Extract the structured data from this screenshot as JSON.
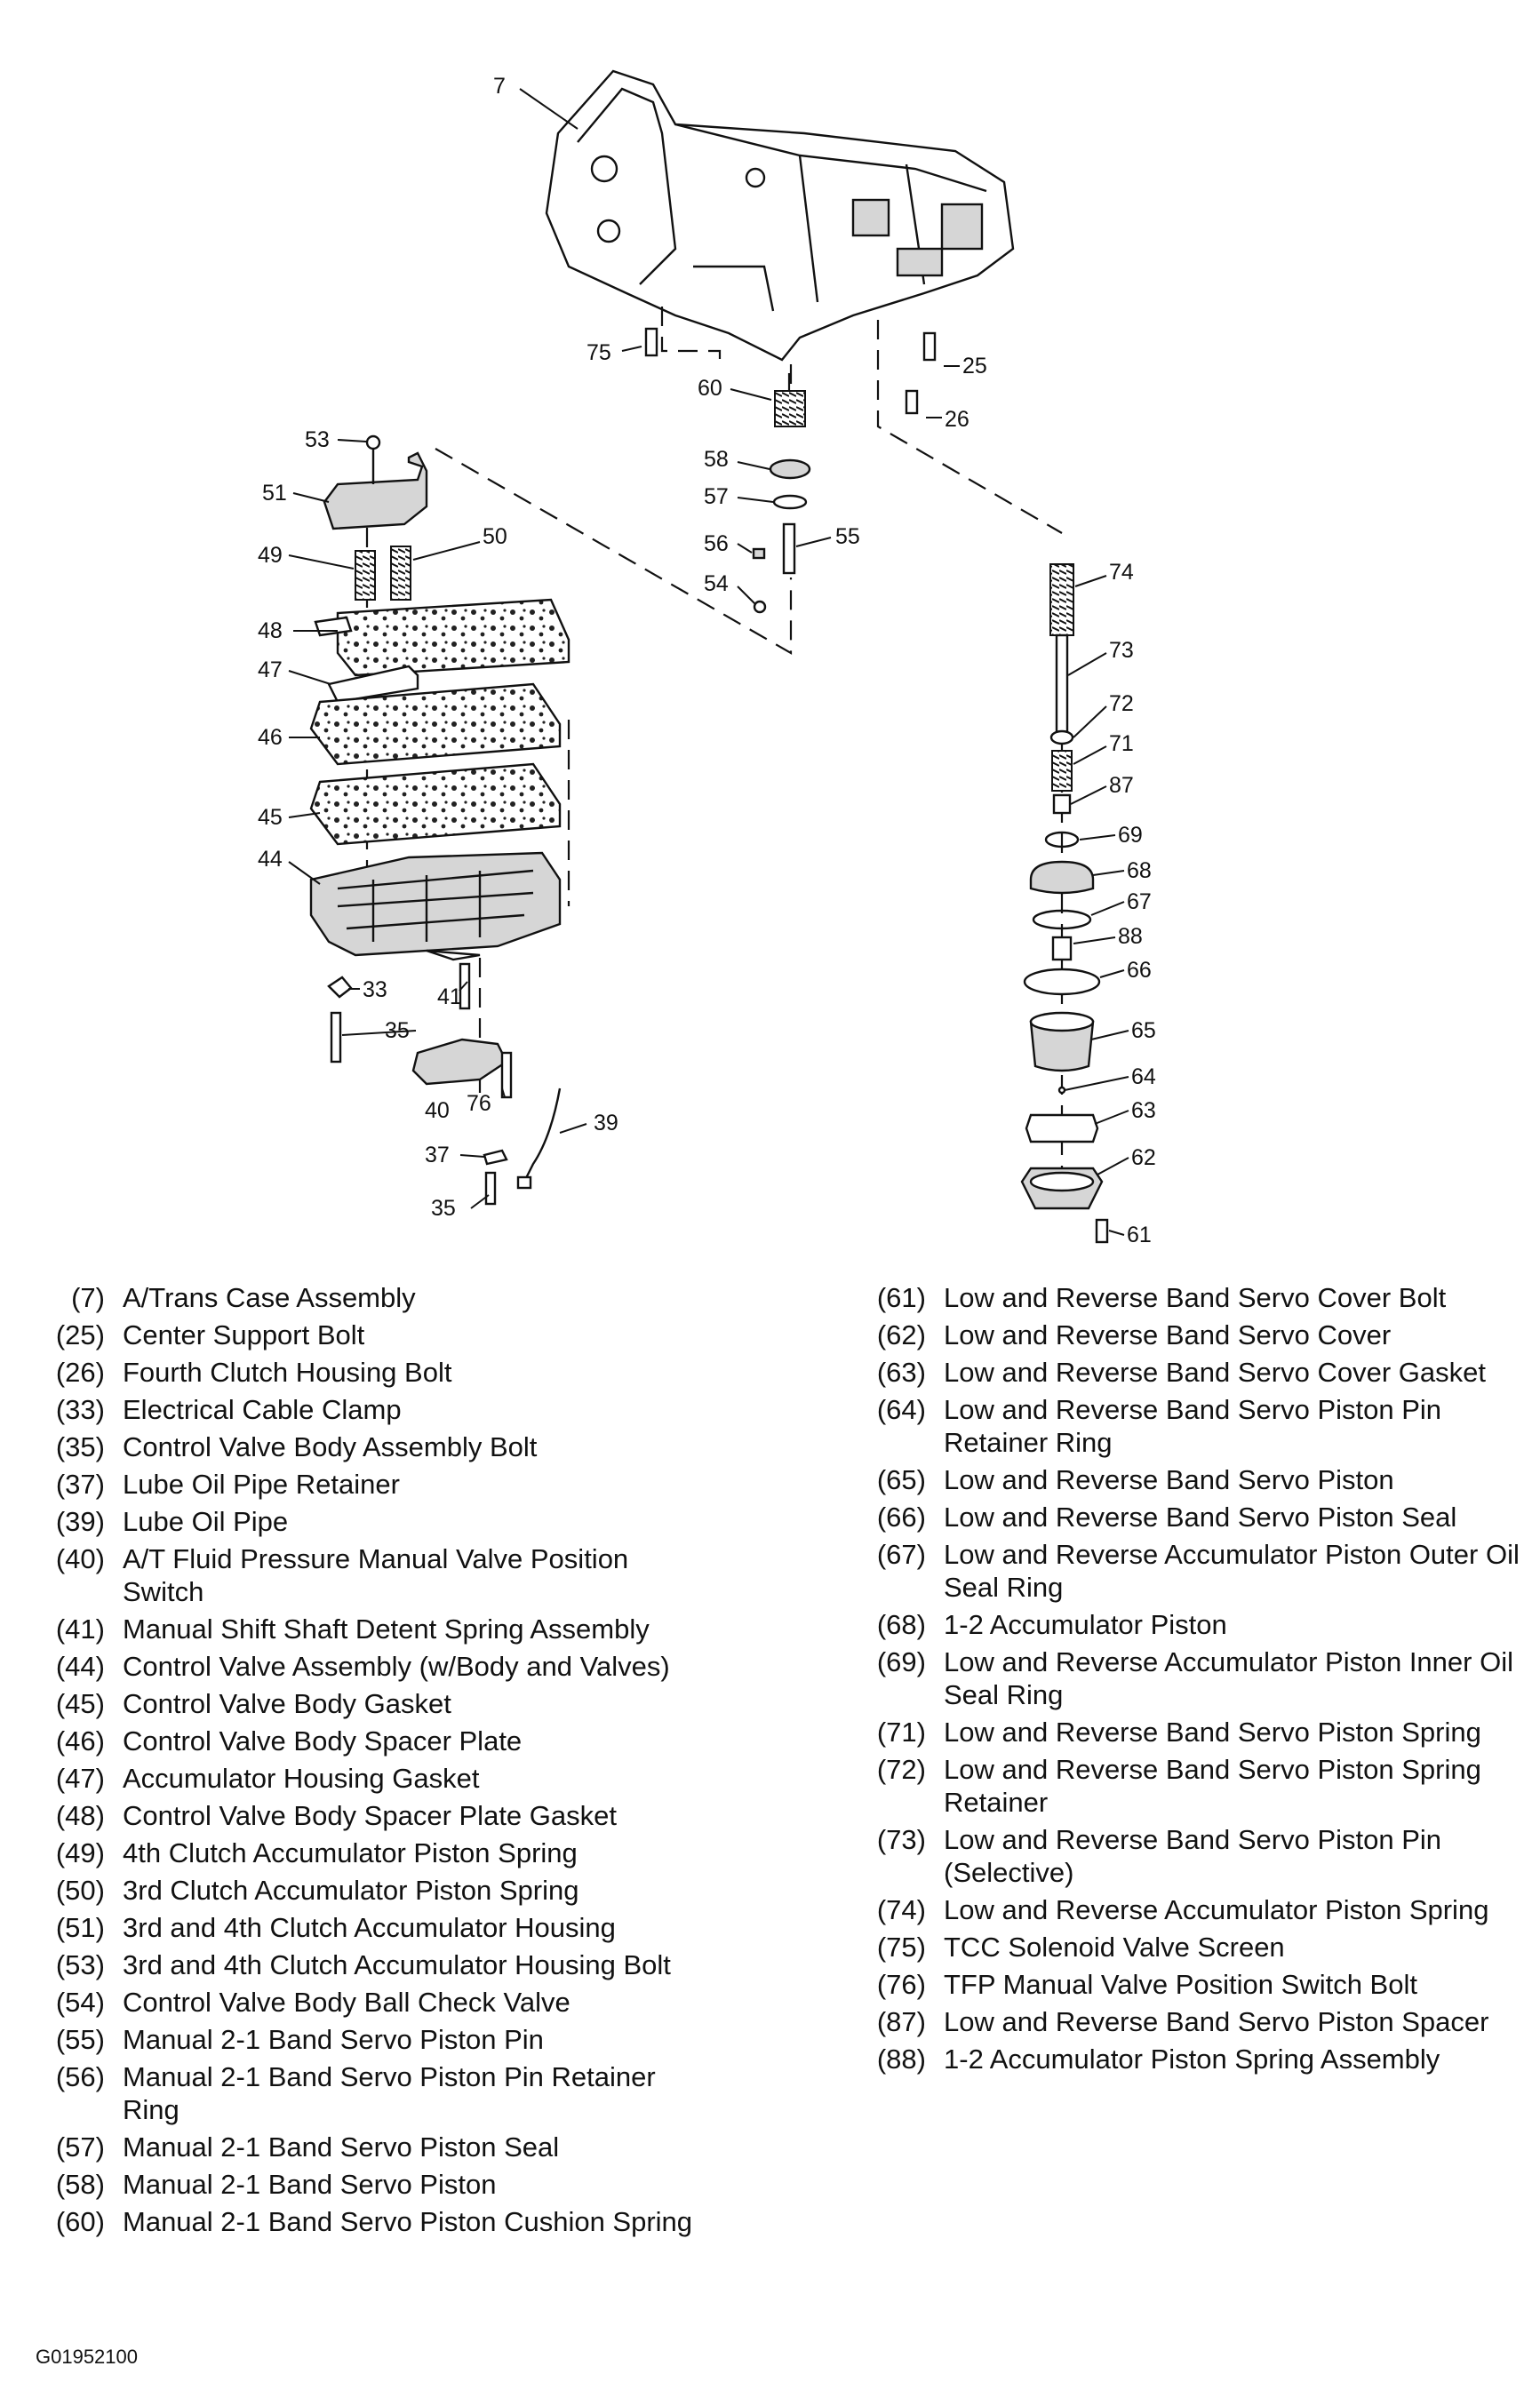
{
  "callouts": {
    "c7": "7",
    "c75": "75",
    "c60": "60",
    "c25": "25",
    "c26": "26",
    "c53": "53",
    "c51": "51",
    "c49": "49",
    "c50": "50",
    "c48": "48",
    "c47": "47",
    "c46": "46",
    "c45": "45",
    "c44": "44",
    "c33": "33",
    "c41": "41",
    "c35a": "35",
    "c40": "40",
    "c76": "76",
    "c39": "39",
    "c37": "37",
    "c35b": "35",
    "c58": "58",
    "c57": "57",
    "c56": "56",
    "c55": "55",
    "c54": "54",
    "c74": "74",
    "c73": "73",
    "c72": "72",
    "c71": "71",
    "c87": "87",
    "c69": "69",
    "c68": "68",
    "c67": "67",
    "c88": "88",
    "c66": "66",
    "c65": "65",
    "c64": "64",
    "c63": "63",
    "c62": "62",
    "c61": "61"
  },
  "legend_left": [
    {
      "num": "(7)",
      "text": "A/Trans Case Assembly"
    },
    {
      "num": "(25)",
      "text": "Center Support Bolt"
    },
    {
      "num": "(26)",
      "text": "Fourth Clutch Housing Bolt"
    },
    {
      "num": "(33)",
      "text": "Electrical Cable Clamp"
    },
    {
      "num": "(35)",
      "text": "Control Valve Body Assembly Bolt"
    },
    {
      "num": "(37)",
      "text": "Lube Oil Pipe Retainer"
    },
    {
      "num": "(39)",
      "text": "Lube Oil Pipe"
    },
    {
      "num": "(40)",
      "text": "A/T Fluid Pressure Manual Valve Position Switch"
    },
    {
      "num": "(41)",
      "text": "Manual Shift Shaft Detent Spring Assembly"
    },
    {
      "num": "(44)",
      "text": "Control Valve Assembly (w/Body and Valves)"
    },
    {
      "num": "(45)",
      "text": "Control Valve Body Gasket"
    },
    {
      "num": "(46)",
      "text": "Control Valve Body Spacer Plate"
    },
    {
      "num": "(47)",
      "text": "Accumulator Housing Gasket"
    },
    {
      "num": "(48)",
      "text": "Control Valve Body Spacer Plate Gasket"
    },
    {
      "num": "(49)",
      "text": "4th Clutch Accumulator Piston Spring"
    },
    {
      "num": "(50)",
      "text": "3rd Clutch Accumulator Piston Spring"
    },
    {
      "num": "(51)",
      "text": "3rd and 4th Clutch Accumulator Housing"
    },
    {
      "num": "(53)",
      "text": "3rd and 4th Clutch Accumulator Housing Bolt"
    },
    {
      "num": "(54)",
      "text": "Control Valve Body Ball Check Valve"
    },
    {
      "num": "(55)",
      "text": "Manual 2-1 Band Servo Piston Pin"
    },
    {
      "num": "(56)",
      "text": "Manual 2-1 Band Servo Piston Pin Retainer Ring"
    },
    {
      "num": "(57)",
      "text": "Manual 2-1 Band Servo Piston Seal"
    },
    {
      "num": "(58)",
      "text": "Manual 2-1 Band Servo Piston"
    },
    {
      "num": "(60)",
      "text": "Manual 2-1 Band Servo Piston Cushion Spring"
    }
  ],
  "legend_right": [
    {
      "num": "(61)",
      "text": "Low and Reverse Band Servo Cover Bolt"
    },
    {
      "num": "(62)",
      "text": "Low and Reverse Band Servo Cover"
    },
    {
      "num": "(63)",
      "text": "Low and Reverse Band Servo Cover Gasket"
    },
    {
      "num": "(64)",
      "text": "Low and Reverse Band Servo Piston Pin Retainer Ring"
    },
    {
      "num": "(65)",
      "text": "Low and Reverse Band Servo Piston"
    },
    {
      "num": "(66)",
      "text": "Low and Reverse Band Servo Piston Seal"
    },
    {
      "num": "(67)",
      "text": "Low and Reverse Accumulator Piston Outer Oil Seal Ring"
    },
    {
      "num": "(68)",
      "text": "1-2 Accumulator Piston"
    },
    {
      "num": "(69)",
      "text": "Low and Reverse Accumulator Piston Inner Oil Seal Ring"
    },
    {
      "num": "(71)",
      "text": "Low and Reverse Band Servo Piston Spring"
    },
    {
      "num": "(72)",
      "text": "Low and Reverse Band Servo Piston Spring Retainer"
    },
    {
      "num": "(73)",
      "text": "Low and Reverse Band Servo Piston Pin (Selective)"
    },
    {
      "num": "(74)",
      "text": "Low and Reverse Accumulator Piston Spring"
    },
    {
      "num": "(75)",
      "text": "TCC Solenoid Valve Screen"
    },
    {
      "num": "(76)",
      "text": "TFP Manual Valve Position Switch Bolt"
    },
    {
      "num": "(87)",
      "text": "Low and Reverse Band Servo Piston Spacer"
    },
    {
      "num": "(88)",
      "text": "1-2 Accumulator Piston Spring Assembly"
    }
  ],
  "figure_code": "G01952100"
}
